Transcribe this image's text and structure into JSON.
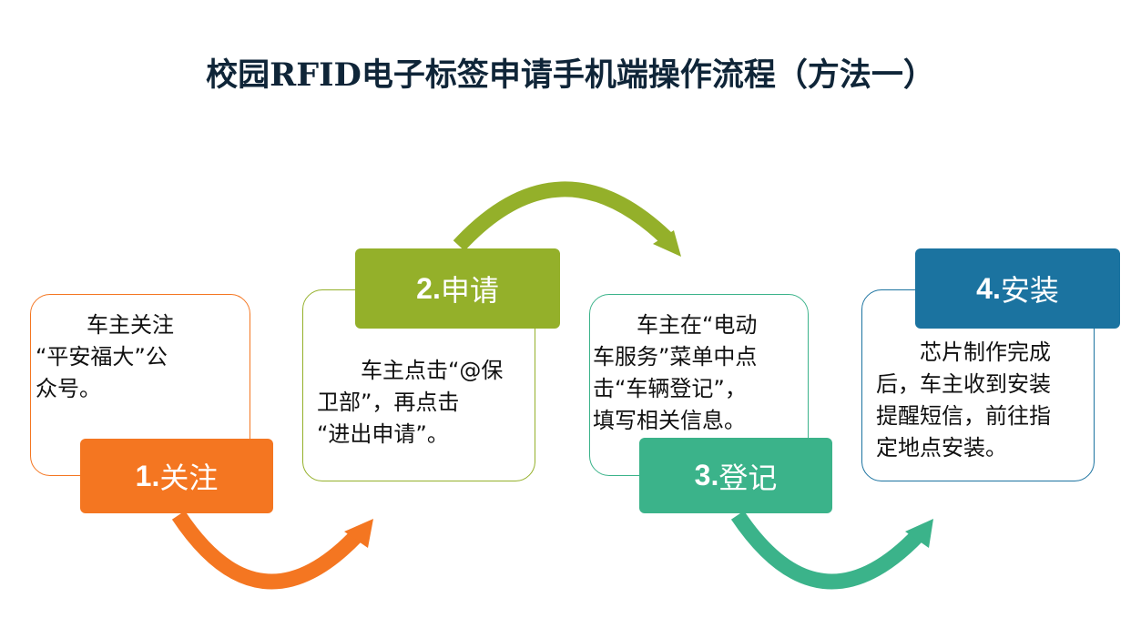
{
  "title": "校园RFID电子标签申请手机端操作流程（方法一）",
  "steps": [
    {
      "num": "1.",
      "label": "关注",
      "color": "#f47621",
      "lines": [
        "　　车主关注",
        "“平安福大”公",
        "众号。"
      ]
    },
    {
      "num": "2.",
      "label": "申请",
      "color": "#94b02a",
      "lines": [
        "　　车主点击“@保",
        "卫部”，再点击",
        "“进出申请”。"
      ]
    },
    {
      "num": "3.",
      "label": "登记",
      "color": "#3bb38a",
      "lines": [
        "　　车主在“电动",
        "车服务”菜单中点",
        "击“车辆登记”，",
        "填写相关信息。"
      ]
    },
    {
      "num": "4.",
      "label": "安装",
      "color": "#1b73a0",
      "lines": [
        "　　芯片制作完成",
        "后，车主收到安装",
        "提醒短信，前往指",
        "定地点安装。"
      ]
    }
  ]
}
